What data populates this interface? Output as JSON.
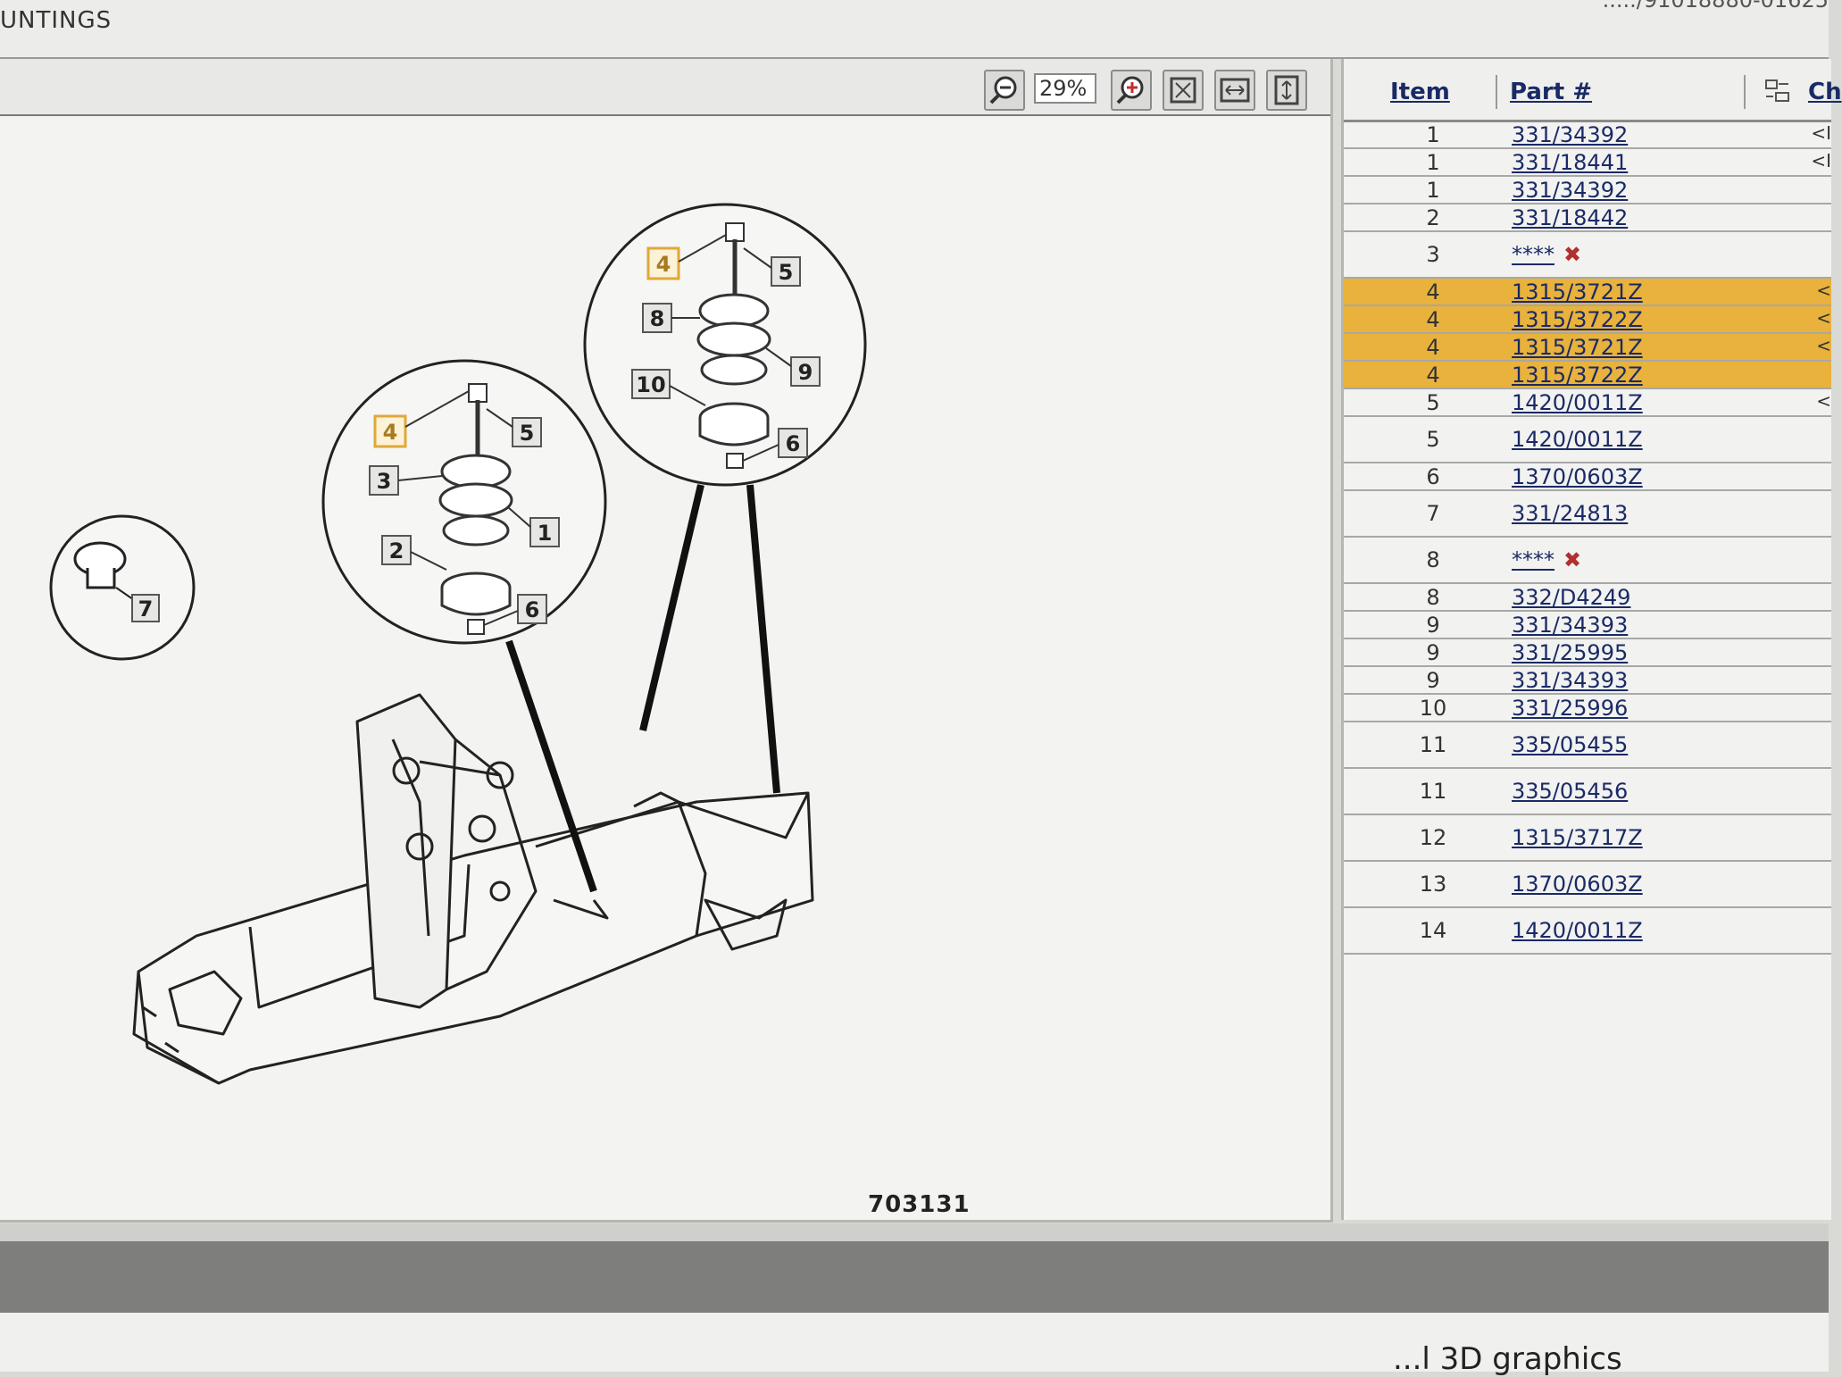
{
  "window": {
    "title": "UNTINGS",
    "doc_id": "...../91018880-01625"
  },
  "toolbar": {
    "zoom_value": "29%",
    "buttons": [
      {
        "name": "zoom-out-button",
        "icon": "zoom-out-icon"
      },
      {
        "name": "zoom-in-button",
        "icon": "zoom-in-icon"
      },
      {
        "name": "fit-page-button",
        "icon": "fit-page-icon"
      },
      {
        "name": "fit-width-button",
        "icon": "fit-width-icon"
      },
      {
        "name": "fit-height-button",
        "icon": "fit-height-icon"
      }
    ]
  },
  "diagram": {
    "drawing_number": "703131",
    "callouts_left_circle": [
      "4",
      "5",
      "3",
      "1",
      "2",
      "6"
    ],
    "callouts_right_circle": [
      "4",
      "5",
      "8",
      "9",
      "10",
      "6"
    ],
    "callout_small_circle": "7",
    "highlight_color": "#e8b23c"
  },
  "parts_table": {
    "headers": {
      "item": "Item",
      "part": "Part #",
      "extra": "Ch"
    },
    "rows": [
      {
        "item": "1",
        "part": "331/34392",
        "arrow": "<I",
        "highlight": false
      },
      {
        "item": "1",
        "part": "331/18441",
        "arrow": "<I",
        "highlight": false
      },
      {
        "item": "1",
        "part": "331/34392",
        "arrow": "",
        "highlight": false
      },
      {
        "item": "2",
        "part": "331/18442",
        "arrow": "",
        "highlight": false
      },
      {
        "item": "3",
        "part": "****",
        "arrow": "",
        "highlight": false,
        "deleted": true
      },
      {
        "item": "4",
        "part": "1315/3721Z",
        "arrow": "<",
        "highlight": true
      },
      {
        "item": "4",
        "part": "1315/3722Z",
        "arrow": "<",
        "highlight": true
      },
      {
        "item": "4",
        "part": "1315/3721Z",
        "arrow": "<",
        "highlight": true
      },
      {
        "item": "4",
        "part": "1315/3722Z",
        "arrow": "",
        "highlight": true
      },
      {
        "item": "5",
        "part": "1420/0011Z",
        "arrow": "<",
        "highlight": false
      },
      {
        "item": "5",
        "part": "1420/0011Z",
        "arrow": "",
        "highlight": false
      },
      {
        "item": "6",
        "part": "1370/0603Z",
        "arrow": "",
        "highlight": false
      },
      {
        "item": "7",
        "part": "331/24813",
        "arrow": "",
        "highlight": false
      },
      {
        "item": "8",
        "part": "****",
        "arrow": "",
        "highlight": false,
        "deleted": true
      },
      {
        "item": "8",
        "part": "332/D4249",
        "arrow": "",
        "highlight": false
      },
      {
        "item": "9",
        "part": "331/34393",
        "arrow": "",
        "highlight": false
      },
      {
        "item": "9",
        "part": "331/25995",
        "arrow": "",
        "highlight": false
      },
      {
        "item": "9",
        "part": "331/34393",
        "arrow": "",
        "highlight": false
      },
      {
        "item": "10",
        "part": "331/25996",
        "arrow": "",
        "highlight": false
      },
      {
        "item": "11",
        "part": "335/05455",
        "arrow": "",
        "highlight": false
      },
      {
        "item": "11",
        "part": "335/05456",
        "arrow": "",
        "highlight": false
      },
      {
        "item": "12",
        "part": "1315/3717Z",
        "arrow": "",
        "highlight": false
      },
      {
        "item": "13",
        "part": "1370/0603Z",
        "arrow": "",
        "highlight": false
      },
      {
        "item": "14",
        "part": "1420/0011Z",
        "arrow": "",
        "highlight": false
      }
    ]
  },
  "footer": {
    "partial_text": "...l 3D graphics"
  }
}
